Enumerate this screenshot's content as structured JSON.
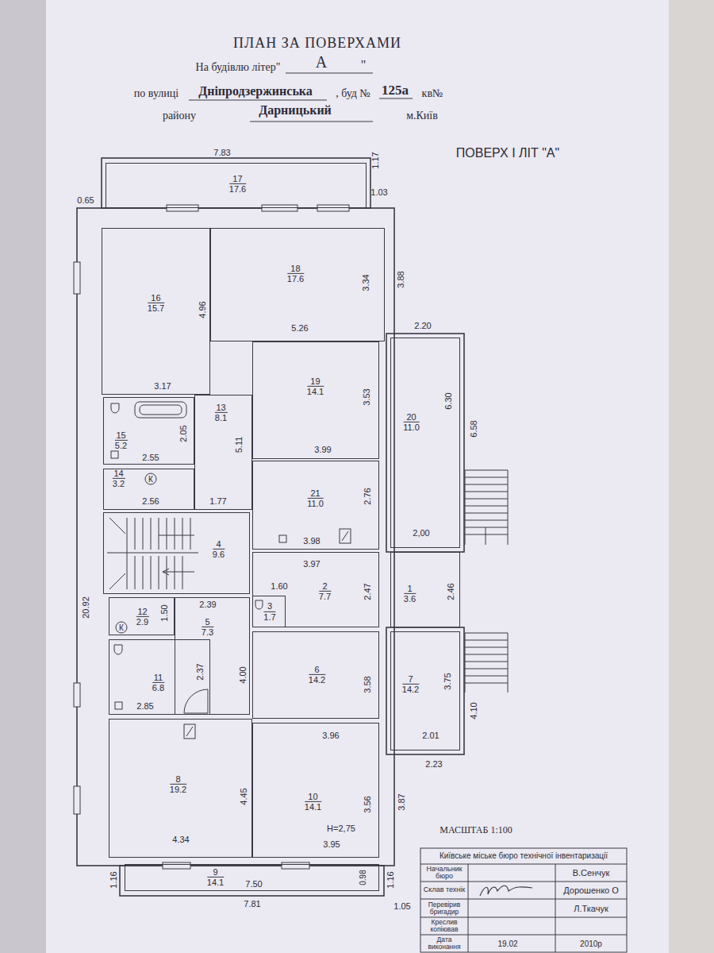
{
  "diagram": {
    "title": "ПЛАН ЗА ПОВЕРХАМИ",
    "nodes": [
      {
        "text": [
          "17",
          "17.6"
        ]
      },
      {
        "text": [
          "16",
          "15.7"
        ]
      },
      {
        "text": [
          "18",
          "17.6"
        ]
      },
      {
        "text": [
          "13",
          "8.1"
        ]
      },
      {
        "text": [
          "19",
          "14.1"
        ]
      },
      {
        "text": [
          "20",
          "11.0"
        ]
      },
      {
        "text": [
          "15",
          "5.2"
        ]
      },
      {
        "text": [
          "14",
          "3.2"
        ]
      },
      {
        "text": [
          "21",
          "11.0"
        ]
      },
      {
        "text": [
          "4",
          "9.6"
        ]
      },
      {
        "text": [
          "2",
          "7.7"
        ]
      },
      {
        "text": [
          "3",
          "1.7"
        ],
        "in": 10
      },
      {
        "text": [
          "1",
          "3.6"
        ]
      },
      {
        "text": [
          "12",
          "2.9"
        ]
      },
      {
        "text": [
          "5",
          "7.3"
        ]
      },
      {
        "text": [
          "11",
          "6.8"
        ]
      },
      {
        "text": [
          "6",
          "14.2"
        ]
      },
      {
        "text": [
          "7",
          "14.2"
        ]
      },
      {
        "text": [
          "8",
          "19.2"
        ]
      },
      {
        "text": [
          "10",
          "14.1"
        ]
      },
      {
        "text": [
          "9",
          "14.1"
        ]
      }
    ],
    "labels": [
      "На будівлю літер\"",
      "А",
      "\"",
      "по вулиці",
      "Дніпродзержинська",
      ", буд №",
      "125а",
      "кв№",
      "району",
      "Дарницький",
      "м.Київ",
      "ПОВЕРХ І ЛІТ \"А\"",
      "7.83",
      "1.17",
      "0.65",
      "1.03",
      "4.96",
      "3.34",
      "3.88",
      "5.26",
      "2.20",
      "3.17",
      "3.53",
      "6.30",
      "6.58",
      "2.05",
      "5.11",
      "3.99",
      "2.55",
      "2.56",
      "1.77",
      "2.76",
      "2,00",
      "3.98",
      "3.97",
      "20.92",
      "1.60",
      "2.47",
      "2.46",
      "1.50",
      "2.39",
      "2.37",
      "4.00",
      "3.58",
      "3.75",
      "4.10",
      "2.85",
      "3.96",
      "2.01",
      "2.23",
      "4.45",
      "3.56",
      "3.87",
      "H=2,75",
      "4.34",
      "3.95",
      "1.16",
      "0.98",
      "1.16",
      "1.05",
      "7.50",
      "7.81",
      "К",
      "К",
      "МАСШТАБ 1:100",
      "Київське міське бюро технічної інвентаризації",
      "Начальник бюро",
      "В.Сенчук",
      "Склав технік",
      "Дорошенко О",
      "Перевірив бригадир",
      "Л.Ткачук",
      "Креслив копіював",
      "Дата виконання",
      "19.02",
      "2010р"
    ]
  }
}
